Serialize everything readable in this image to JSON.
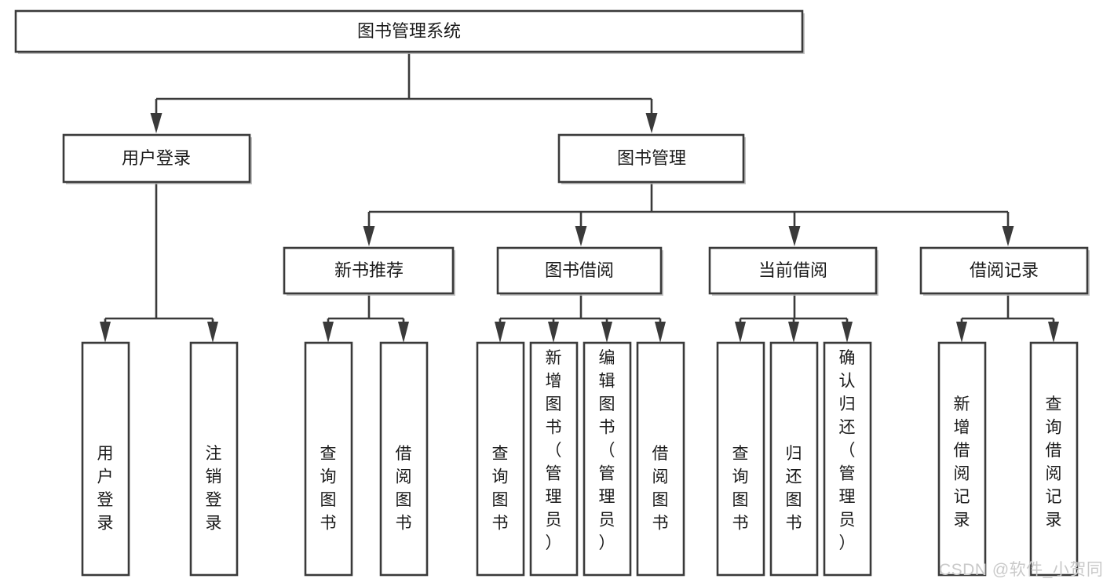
{
  "diagram": {
    "title": "图书管理系统",
    "type": "tree",
    "style": {
      "box_fill": "#ffffff",
      "box_stroke": "#3a3a3a",
      "connector_color": "#3a3a3a",
      "text_color": "#1a1a1a",
      "background": "#ffffff",
      "watermark_color": "#c9c9c9"
    },
    "levels": [
      {
        "level": 1,
        "nodes": [
          {
            "id": "root",
            "label": "图书管理系统",
            "orientation": "horizontal"
          }
        ]
      },
      {
        "level": 2,
        "nodes": [
          {
            "id": "login",
            "label": "用户登录",
            "orientation": "horizontal",
            "parent": "root"
          },
          {
            "id": "bookmgmt",
            "label": "图书管理",
            "orientation": "horizontal",
            "parent": "root"
          }
        ]
      },
      {
        "level": 3,
        "nodes": [
          {
            "id": "newbook",
            "label": "新书推荐",
            "orientation": "horizontal",
            "parent": "bookmgmt"
          },
          {
            "id": "borrow",
            "label": "图书借阅",
            "orientation": "horizontal",
            "parent": "bookmgmt"
          },
          {
            "id": "current",
            "label": "当前借阅",
            "orientation": "horizontal",
            "parent": "bookmgmt"
          },
          {
            "id": "record",
            "label": "借阅记录",
            "orientation": "horizontal",
            "parent": "bookmgmt"
          }
        ]
      },
      {
        "level": 4,
        "nodes": [
          {
            "id": "leaf-user-login",
            "label": "用户登录",
            "orientation": "vertical",
            "parent": "login"
          },
          {
            "id": "leaf-user-logout",
            "label": "注销登录",
            "orientation": "vertical",
            "parent": "login"
          },
          {
            "id": "leaf-query-book-1",
            "label": "查询图书",
            "orientation": "vertical",
            "parent": "newbook"
          },
          {
            "id": "leaf-borrow-book-1",
            "label": "借阅图书",
            "orientation": "vertical",
            "parent": "newbook"
          },
          {
            "id": "leaf-query-book-2",
            "label": "查询图书",
            "orientation": "vertical",
            "parent": "borrow"
          },
          {
            "id": "leaf-add-book",
            "label": "新增图书（管理员）",
            "orientation": "vertical",
            "parent": "borrow"
          },
          {
            "id": "leaf-edit-book",
            "label": "编辑图书（管理员）",
            "orientation": "vertical",
            "parent": "borrow"
          },
          {
            "id": "leaf-borrow-book-2",
            "label": "借阅图书",
            "orientation": "vertical",
            "parent": "borrow"
          },
          {
            "id": "leaf-query-book-3",
            "label": "查询图书",
            "orientation": "vertical",
            "parent": "current"
          },
          {
            "id": "leaf-return-book",
            "label": "归还图书",
            "orientation": "vertical",
            "parent": "current"
          },
          {
            "id": "leaf-confirm-return",
            "label": "确认归还（管理员）",
            "orientation": "vertical",
            "parent": "current"
          },
          {
            "id": "leaf-add-record",
            "label": "新增借阅记录",
            "orientation": "vertical",
            "parent": "record"
          },
          {
            "id": "leaf-query-record",
            "label": "查询借阅记录",
            "orientation": "vertical",
            "parent": "record"
          }
        ]
      }
    ],
    "watermark": "CSDN @软件_小贺同学"
  }
}
